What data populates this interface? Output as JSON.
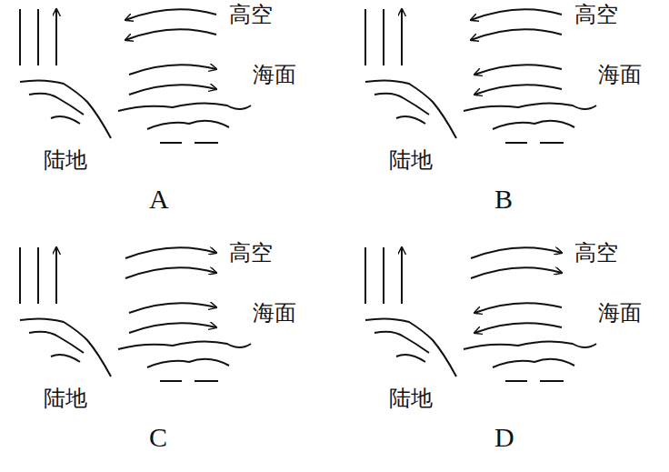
{
  "diagram": {
    "labels": [
      "高空",
      "海面",
      "陆地",
      "A",
      "高空",
      "海面",
      "陆地",
      "B",
      "高空",
      "海面",
      "陆地",
      "C",
      "高空",
      "海面",
      "陆地",
      "D"
    ]
  }
}
